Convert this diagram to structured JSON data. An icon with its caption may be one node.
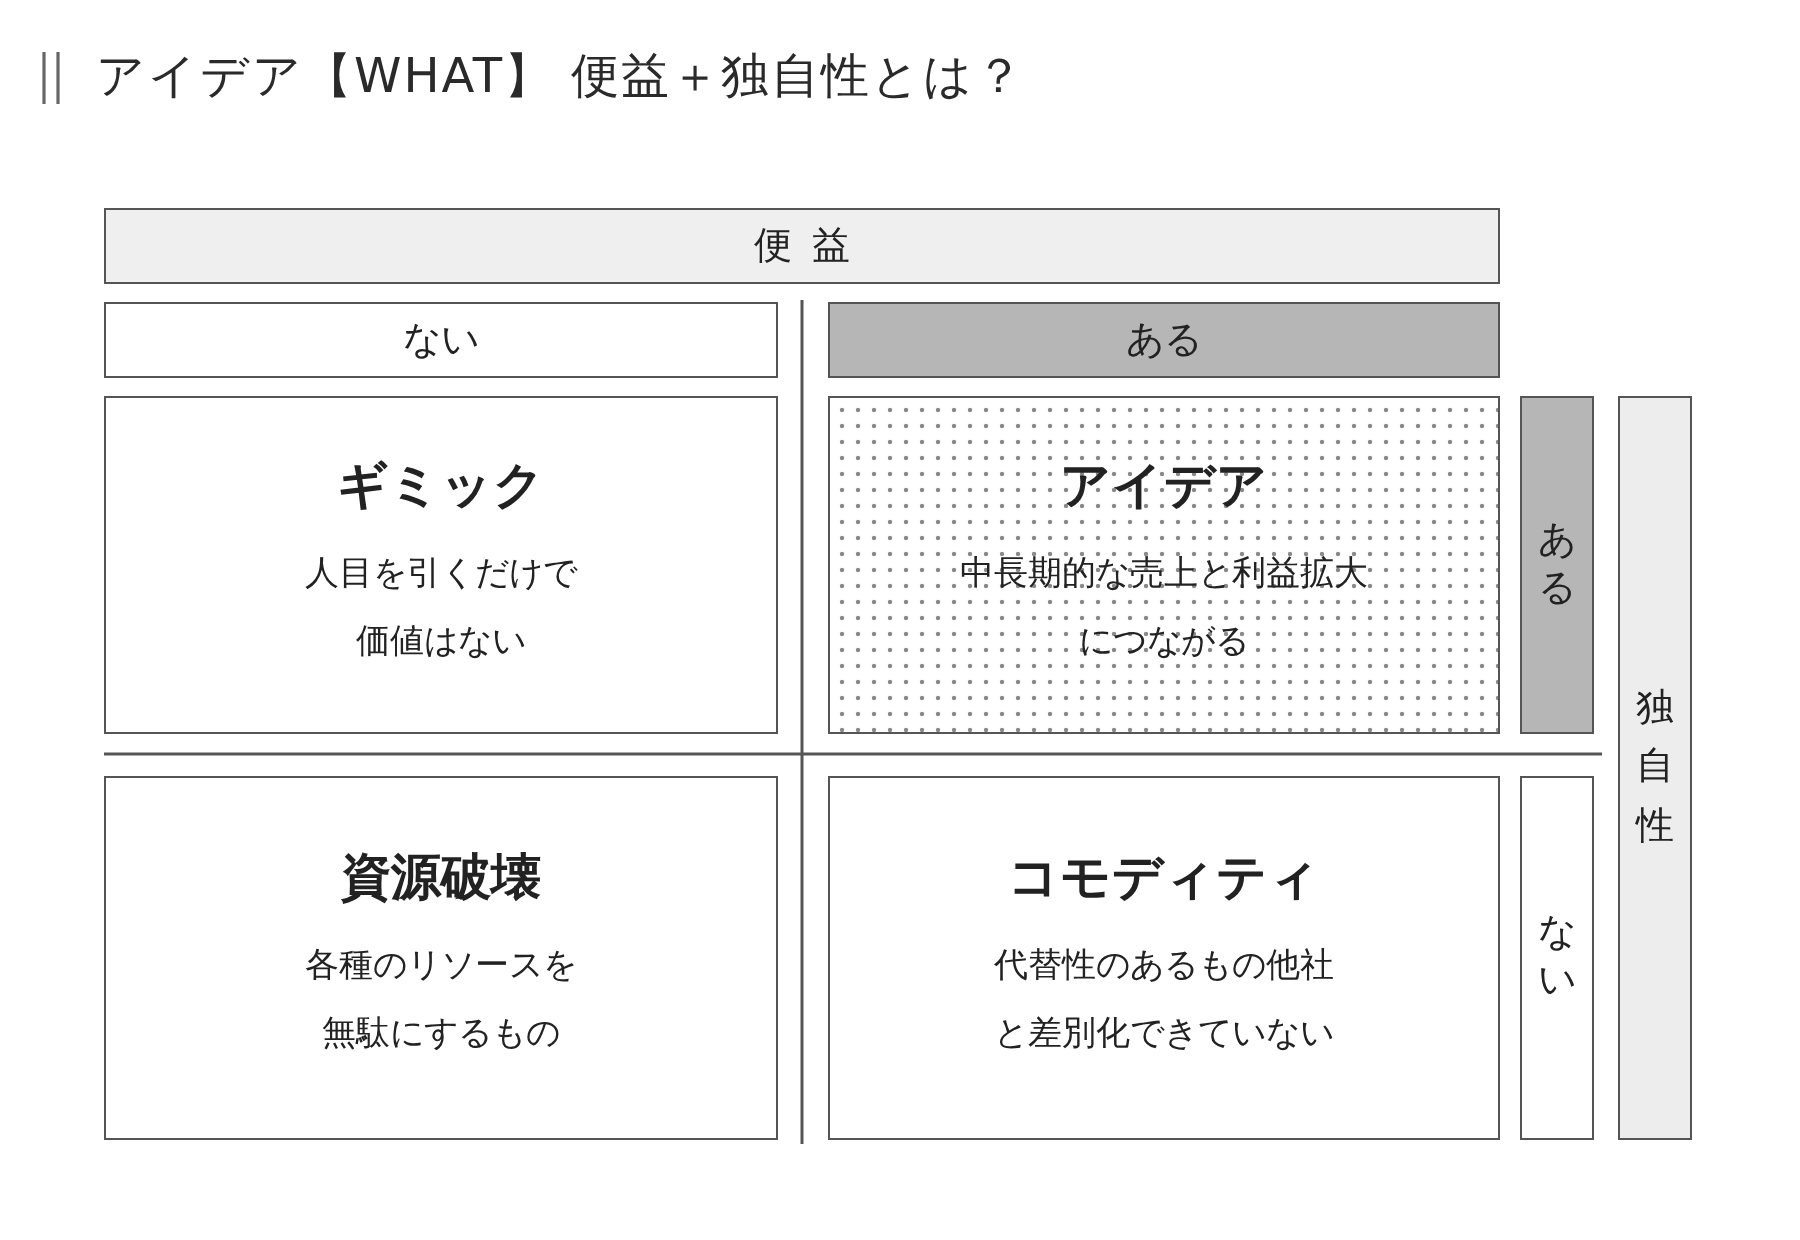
{
  "diagram": {
    "title": "アイデア【WHAT】 便益＋独自性とは？",
    "nodes": [
      {
        "text": [
          "便益"
        ]
      },
      {
        "text": [
          "ない"
        ]
      },
      {
        "text": [
          "ある"
        ]
      },
      {
        "text": [
          "ギミック",
          "人目を引くだけで価値はない"
        ]
      },
      {
        "text": [
          "アイデア",
          "中長期的な売上と利益拡大につながる"
        ]
      },
      {
        "text": [
          "ある"
        ]
      },
      {
        "text": [
          "独自性"
        ]
      },
      {
        "text": [
          "資源破壊",
          "各種のリソースを無駄にするもの"
        ]
      },
      {
        "text": [
          "コモディティ",
          "代替性のあるもの他社と差別化できていない"
        ]
      },
      {
        "text": [
          "ない"
        ]
      }
    ]
  }
}
